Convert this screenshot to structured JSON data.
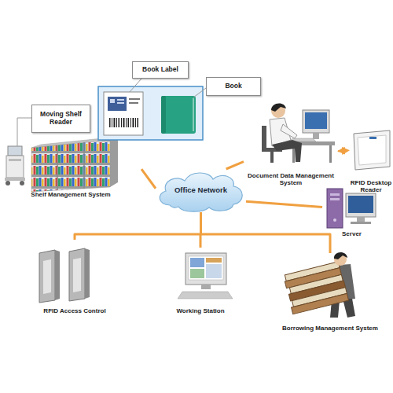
{
  "diagram": {
    "nodes": [
      {
        "text": [
          "Book Label"
        ]
      },
      {
        "text": [
          "Book"
        ]
      },
      {
        "text": [
          "Moving Shelf Reader"
        ]
      },
      {
        "text": [
          "Shelf Management System"
        ]
      },
      {
        "text": [
          "Office Network"
        ]
      },
      {
        "text": [
          "Document Data Management System"
        ]
      },
      {
        "text": [
          "RFID Desktop Reader"
        ]
      },
      {
        "text": [
          "Server"
        ]
      },
      {
        "text": [
          "RFID Access Control"
        ]
      },
      {
        "text": [
          "Working Station"
        ]
      },
      {
        "text": [
          "Borrowing Management System"
        ]
      }
    ],
    "edges": [
      {
        "from": 3,
        "to": 4,
        "arrow": "none"
      },
      {
        "from": 5,
        "to": 4,
        "arrow": "none"
      },
      {
        "from": 5,
        "to": 6,
        "arrow": "both"
      },
      {
        "from": 7,
        "to": 4,
        "arrow": "none"
      },
      {
        "from": 4,
        "to": 8,
        "arrow": "none"
      },
      {
        "from": 4,
        "to": 9,
        "arrow": "none"
      },
      {
        "from": 4,
        "to": 10,
        "arrow": "none"
      }
    ]
  }
}
